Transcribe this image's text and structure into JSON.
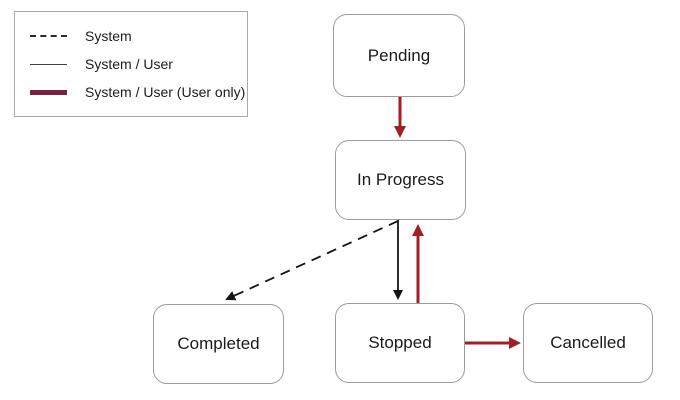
{
  "legend": {
    "items": [
      {
        "label": "System",
        "style": "dashed",
        "color": "#2b2b2b"
      },
      {
        "label": "System / User",
        "style": "thin-solid",
        "color": "#3f3f3f"
      },
      {
        "label": "System / User (User only)",
        "style": "thick-solid",
        "color": "#7a2040"
      }
    ]
  },
  "nodes": {
    "pending": {
      "label": "Pending"
    },
    "in_progress": {
      "label": "In Progress"
    },
    "completed": {
      "label": "Completed"
    },
    "stopped": {
      "label": "Stopped"
    },
    "cancelled": {
      "label": "Cancelled"
    }
  },
  "edges": [
    {
      "from": "Pending",
      "to": "In Progress",
      "transition": "System / User (User only)",
      "line": "red-solid"
    },
    {
      "from": "In Progress",
      "to": "Completed",
      "transition": "System",
      "line": "black-dashed"
    },
    {
      "from": "In Progress",
      "to": "Stopped",
      "transition": "System / User",
      "line": "black-solid"
    },
    {
      "from": "Stopped",
      "to": "In Progress",
      "transition": "System / User (User only)",
      "line": "red-solid"
    },
    {
      "from": "Stopped",
      "to": "Cancelled",
      "transition": "System / User (User only)",
      "line": "red-solid"
    }
  ],
  "colors": {
    "arrow_red": "#a02025",
    "arrow_black": "#141414",
    "legend_user_only": "#7a2040",
    "node_border": "#9d9d9d",
    "background": "#ffffff"
  }
}
